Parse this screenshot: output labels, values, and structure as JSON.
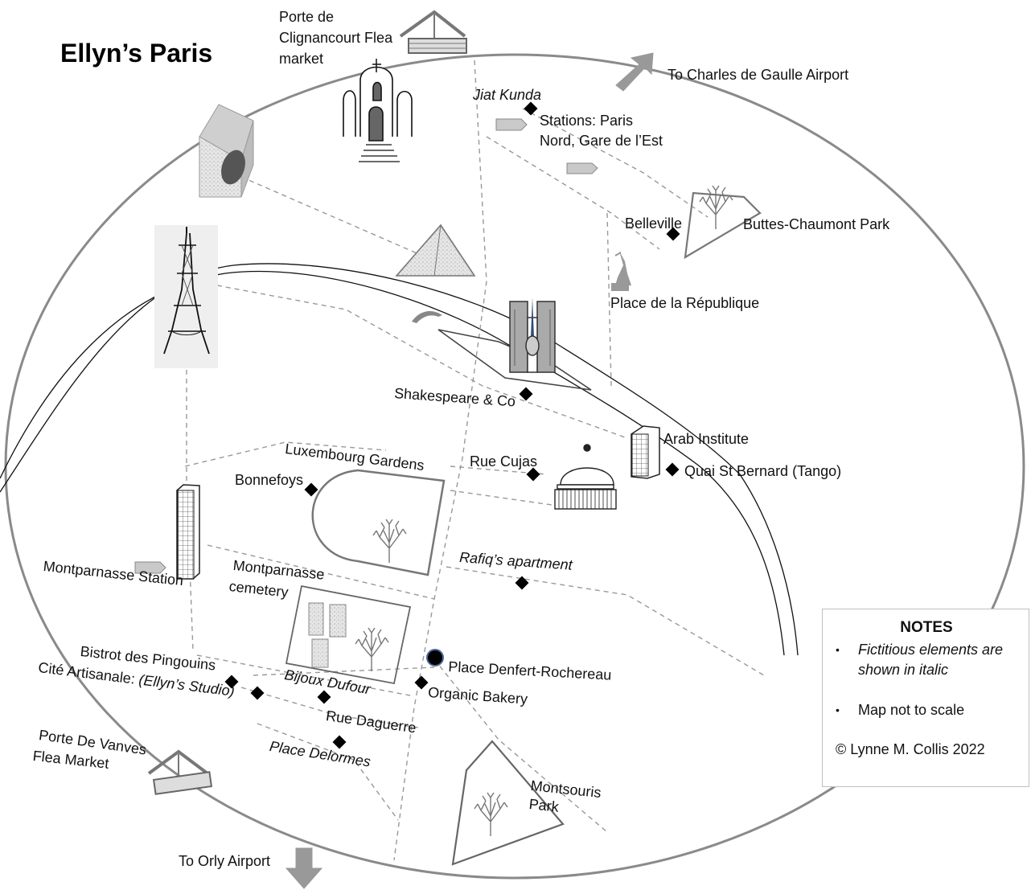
{
  "title": "Ellyn’s Paris",
  "labels": {
    "clignancourt": [
      "Porte de",
      "Clignancourt Flea",
      "market"
    ],
    "cdg": "To Charles de Gaulle Airport",
    "jiat": "Jiat Kunda",
    "stations": [
      "Stations: Paris",
      "Nord, Gare de l’Est"
    ],
    "belleville": "Belleville",
    "buttes": "Buttes-Chaumont Park",
    "republique": "Place de la République",
    "shakespeare": "Shakespeare & Co",
    "arab": "Arab Institute",
    "quai": "Quai St Bernard (Tango)",
    "luxembourg": "Luxembourg Gardens",
    "cujas": "Rue Cujas",
    "bonnefoys": "Bonnefoys",
    "rafiq": "Rafiq’s apartment",
    "montparnasse_station": "Montparnasse Station",
    "montparnasse_cemetery": [
      "Montparnasse",
      "cemetery"
    ],
    "denfert": "Place Denfert-Rochereau",
    "bakery": "Organic Bakery",
    "pingouins": "Bistrot des Pingouins",
    "cite_prefix": "Cité Artisanale: ",
    "cite_italic": "(Ellyn’s Studio)",
    "bijoux": "Bijoux Dufour",
    "daguerre": "Rue Daguerre",
    "delormes": "Place Delormes",
    "vanves": [
      "Porte De Vanves",
      "Flea Market"
    ],
    "montsouris": [
      "Montsouris",
      "Park"
    ],
    "orly": "To Orly Airport"
  },
  "notes": {
    "heading": "NOTES",
    "item1": [
      "Fictitious elements are",
      "shown in italic"
    ],
    "item2": "Map not to scale",
    "copyright": "© Lynne M. Collis 2022",
    "bullet": "•"
  },
  "icons": [
    "flea-market-icon",
    "church-icon",
    "tunnel-block-icon",
    "eiffel-tower-icon",
    "louvre-pyramid-icon",
    "notre-dame-icon",
    "dolphin-icon",
    "statue-icon",
    "tree-icon",
    "tower-block-icon",
    "domed-building-icon",
    "tombstone-icon",
    "station-arrow-icon",
    "airport-arrow-icon",
    "location-diamond-icon"
  ],
  "colors": {
    "ink": "#111111",
    "route": "#999999",
    "icon_gray": "#8c8c8c",
    "light_gray": "#c8c8c8"
  }
}
